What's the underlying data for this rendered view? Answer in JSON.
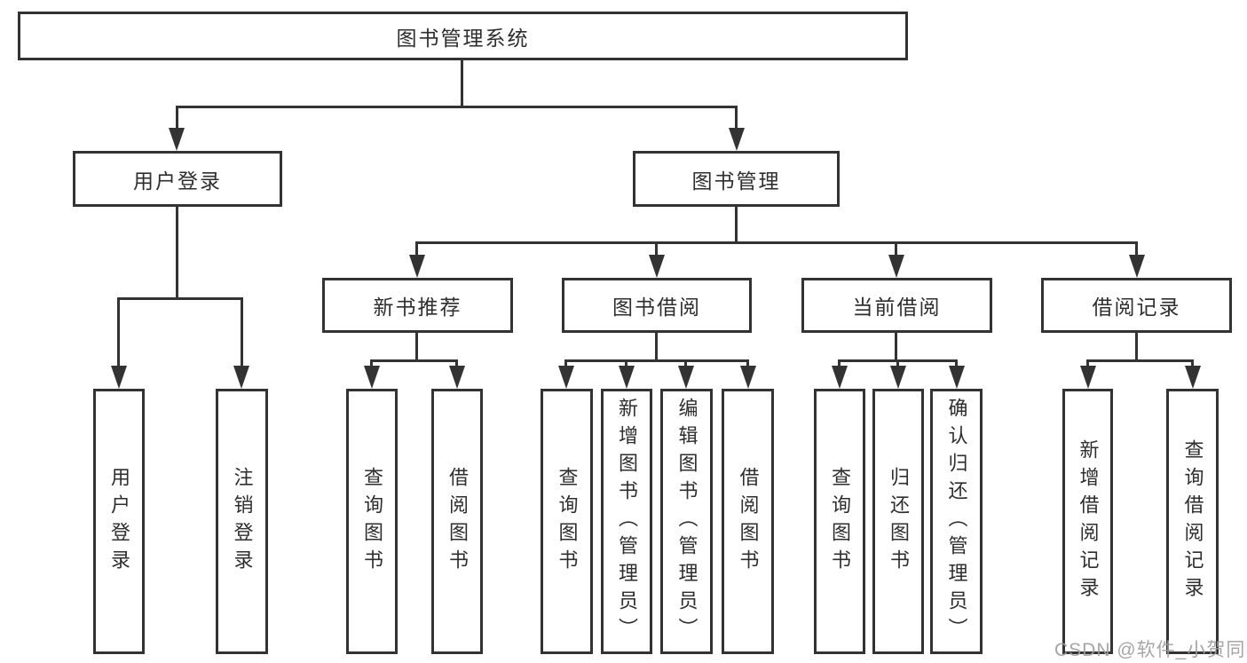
{
  "diagram": {
    "title": "图书管理系统",
    "root": {
      "label": "图书管理系统"
    },
    "branches": [
      {
        "label": "用户登录",
        "children": [
          {
            "label": "用户登录"
          },
          {
            "label": "注销登录"
          }
        ]
      },
      {
        "label": "图书管理",
        "children": [
          {
            "label": "新书推荐",
            "children": [
              {
                "label": "查询图书"
              },
              {
                "label": "借阅图书"
              }
            ]
          },
          {
            "label": "图书借阅",
            "children": [
              {
                "label": "查询图书"
              },
              {
                "label": "新增图书（管理员）"
              },
              {
                "label": "编辑图书（管理员）"
              },
              {
                "label": "借阅图书"
              }
            ]
          },
          {
            "label": "当前借阅",
            "children": [
              {
                "label": "查询图书"
              },
              {
                "label": "归还图书"
              },
              {
                "label": "确认归还（管理员）"
              }
            ]
          },
          {
            "label": "借阅记录",
            "children": [
              {
                "label": "新增借阅记录"
              },
              {
                "label": "查询借阅记录"
              }
            ]
          }
        ]
      }
    ]
  },
  "watermark": "CSDN @软件_小贺同学",
  "colors": {
    "line": "#333333",
    "box_border": "#333333",
    "box_fill": "#ffffff",
    "text": "#2e2e2e",
    "watermark": "#9e9e9e",
    "background": "#ffffff"
  }
}
